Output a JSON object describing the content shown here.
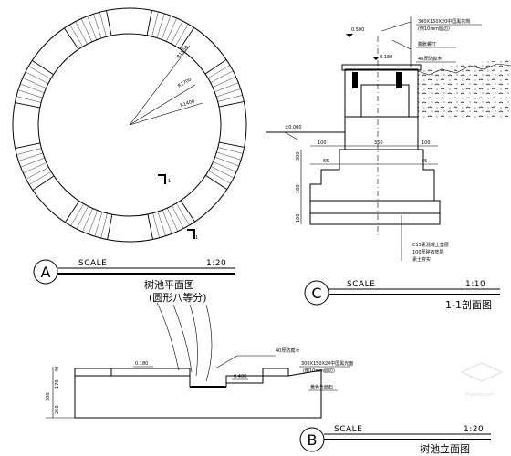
{
  "plan": {
    "radius_labels": [
      "R1950",
      "R1700",
      "R1400"
    ],
    "section_mark": "1",
    "scale_word": "SCALE",
    "scale_ratio": "1:20",
    "bubble": "A",
    "title_line1": "树池平面图",
    "title_line2": "(圆形八等分)"
  },
  "section": {
    "top_level": "0.500",
    "inner_level": "0.180",
    "ground_level": "±0.000",
    "callouts": [
      "300X150X20中国黑花岗",
      "(倒10mm圆边)",
      "膨胀螺钉",
      "40厚防腐木"
    ],
    "base_callouts": [
      "C15素混凝土垫层",
      "100厚碎石垫层",
      "素土夯实"
    ],
    "dims_top": [
      "100",
      "350",
      "100"
    ],
    "dims_second": [
      "65",
      "65"
    ],
    "dims_left": [
      "300",
      "180",
      "100"
    ],
    "scale_word": "SCALE",
    "scale_ratio": "1:10",
    "bubble": "C",
    "title": "1-1剖面图"
  },
  "elevation": {
    "callouts": [
      "40厚防腐木",
      "300X150X20中国黑光面",
      "(倒10mm圆边)",
      "黄色光面石"
    ],
    "level_left": "0.180",
    "level_right": "0.400",
    "dims_left": [
      "40",
      "170",
      "300",
      "200"
    ],
    "scale_word": "SCALE",
    "scale_ratio": "1:20",
    "bubble": "B",
    "title": "树池立面图"
  },
  "watermark": "zhulong.com"
}
